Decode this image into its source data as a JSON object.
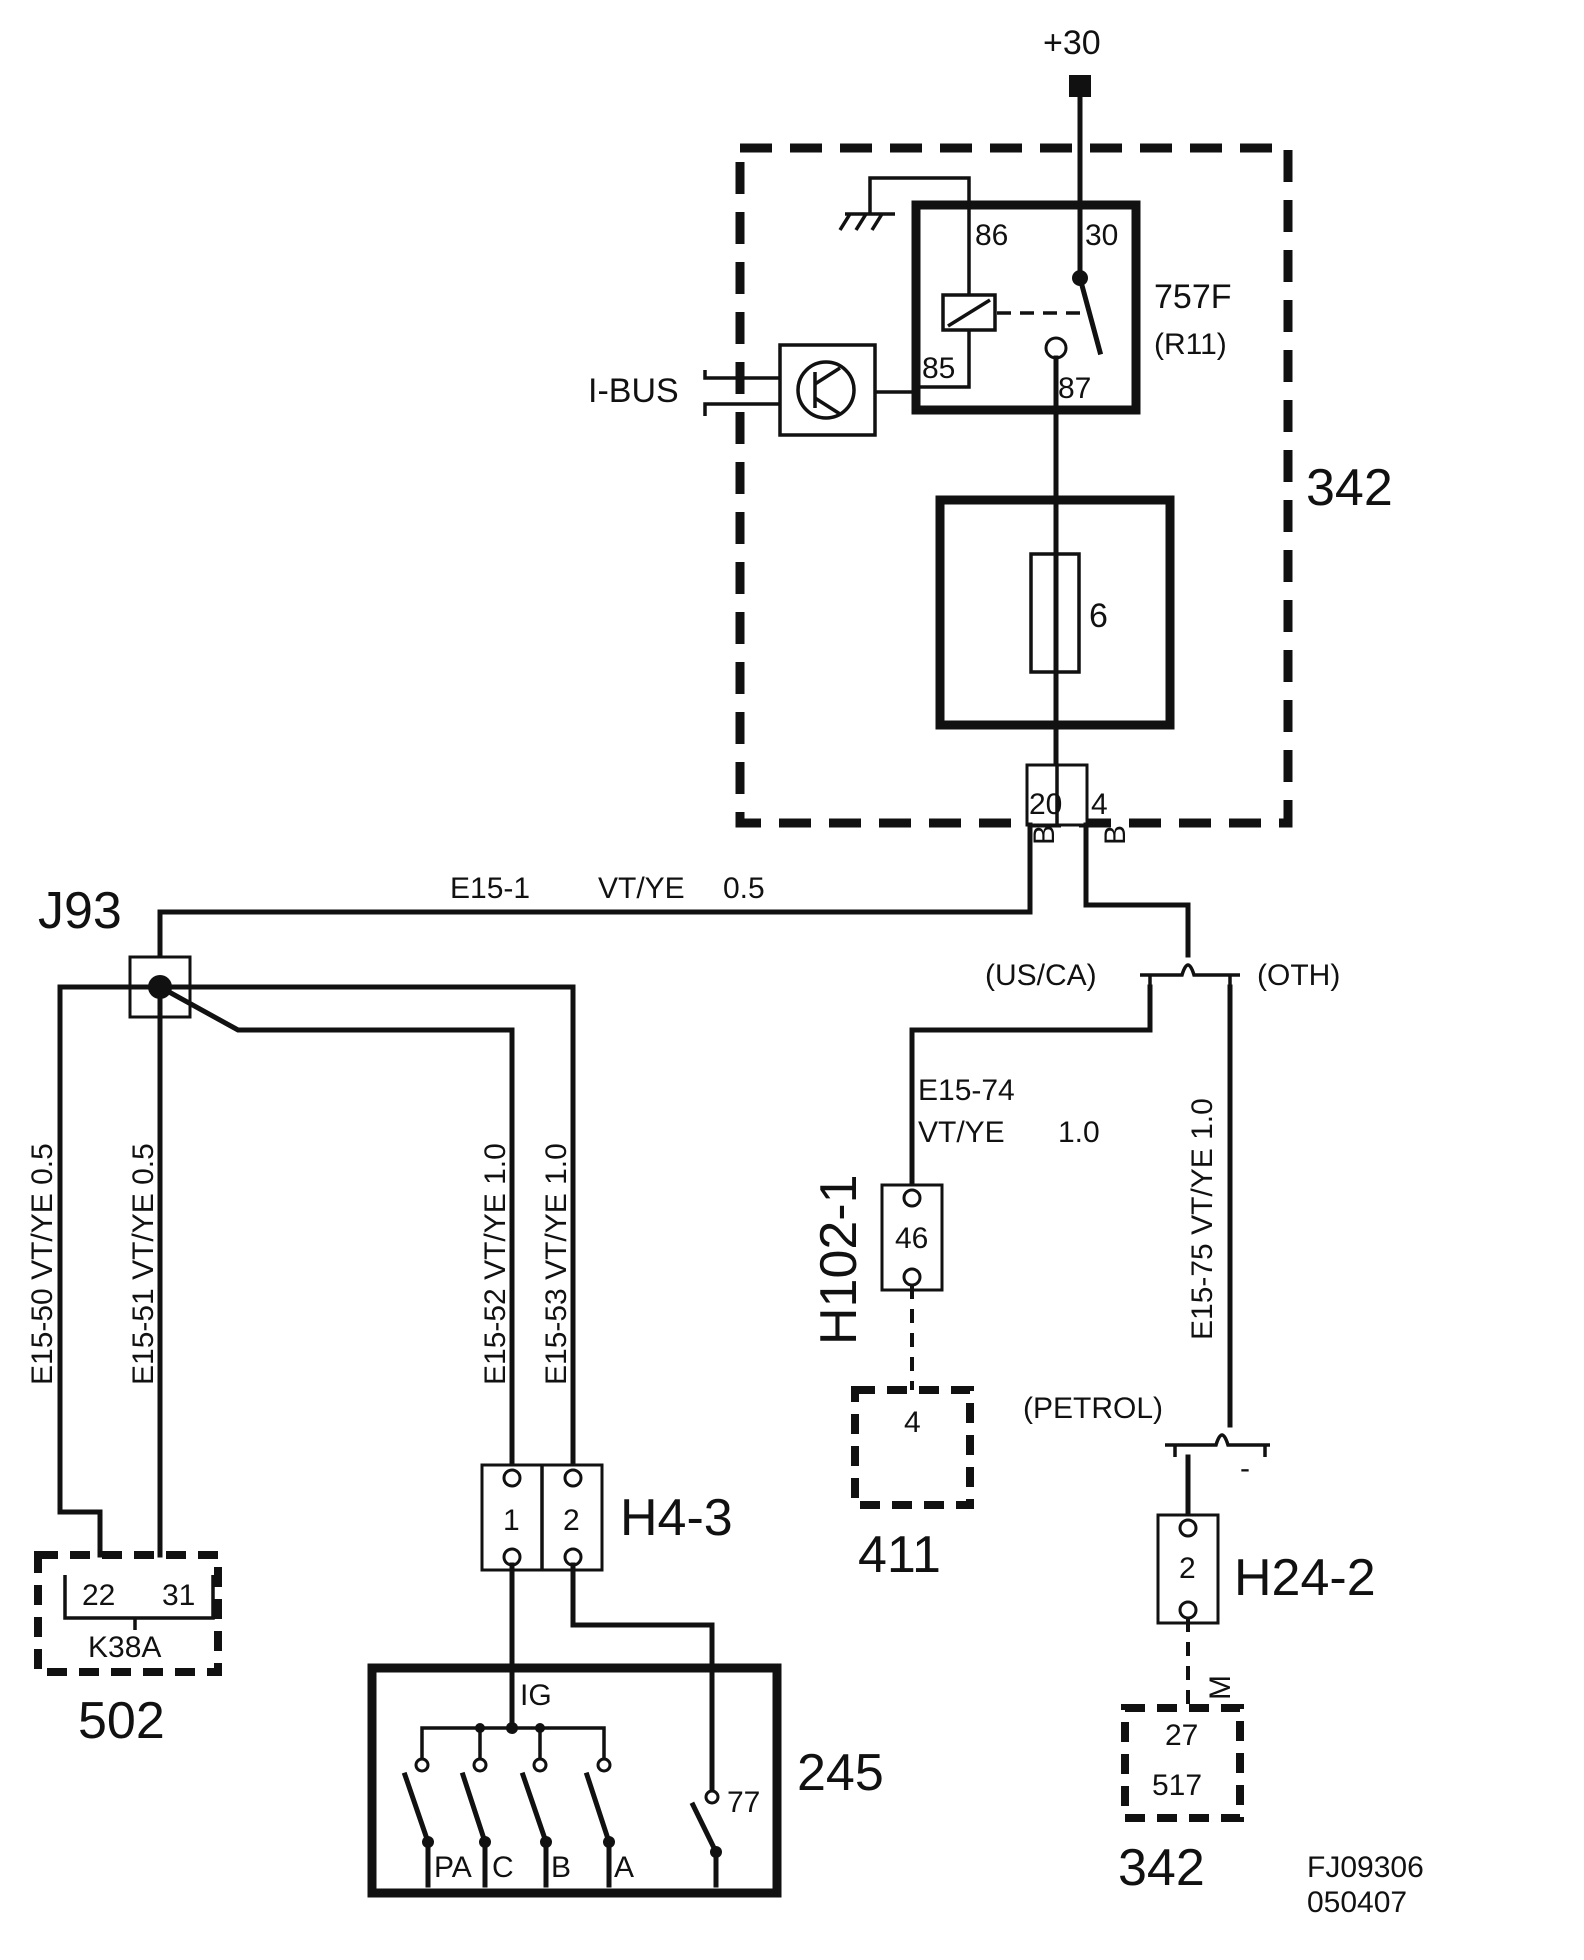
{
  "supply": "+30",
  "module_342": "342",
  "relay": {
    "id": "757F",
    "ref": "(R11)",
    "pin30": "30",
    "pin86": "86",
    "pin85": "85",
    "pin87": "87"
  },
  "ibus": "I-BUS",
  "fuse": "6",
  "connector_top": {
    "pin20": "20",
    "pin4": "4",
    "color20": "B",
    "color4": "B"
  },
  "splice": "J93",
  "wire_e15_1": {
    "id": "E15-1",
    "color": "VT/YE",
    "size": "0.5"
  },
  "variant_us": "(US/CA)",
  "variant_oth": "(OTH)",
  "wire_e15_74": {
    "id": "E15-74",
    "color": "VT/YE",
    "size": "1.0"
  },
  "wire_e15_50": "E15-50  VT/YE  0.5",
  "wire_e15_51": "E15-51  VT/YE  0.5",
  "wire_e15_52": "E15-52  VT/YE  1.0",
  "wire_e15_53": "E15-53  VT/YE  1.0",
  "wire_e15_75": "E15-75  VT/YE  1.0",
  "conn_h102": {
    "id": "H102-1",
    "pin": "46"
  },
  "comp_411": {
    "id": "411",
    "pin": "4"
  },
  "petrol": "(PETROL)",
  "petrol_mark": "-",
  "conn_h24": {
    "id": "H24-2",
    "pin": "2",
    "wire_color": "M"
  },
  "comp_342b": {
    "id": "342",
    "pin": "27",
    "sub": "517"
  },
  "comp_502": {
    "id": "502",
    "pin22": "22",
    "pin31": "31",
    "name": "K38A"
  },
  "conn_h4": {
    "id": "H4-3",
    "pin1": "1",
    "pin2": "2"
  },
  "comp_245": {
    "id": "245",
    "ig": "IG",
    "p77": "77",
    "pa": "PA",
    "c": "C",
    "b": "B",
    "a": "A"
  },
  "figure_code": "FJ09306",
  "figure_date": "050407"
}
